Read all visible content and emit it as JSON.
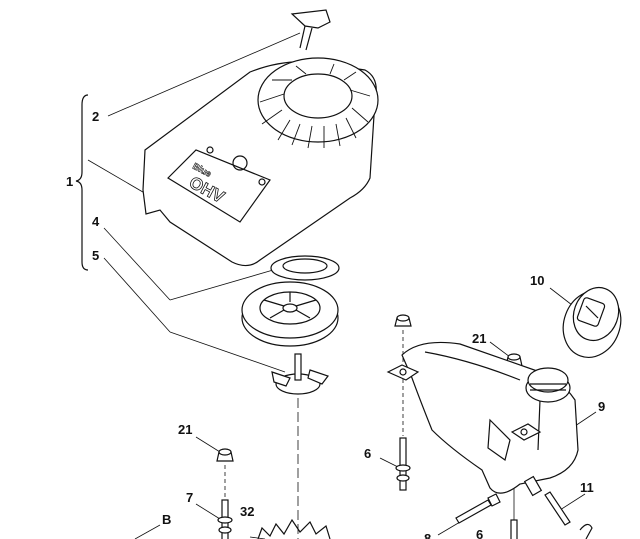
{
  "diagram": {
    "title": "Recoil starter and fuel tank exploded view",
    "cover_logo": {
      "brand": "Blue",
      "model": "OHV"
    },
    "callouts": [
      "1",
      "2",
      "4",
      "5",
      "10",
      "21",
      "9",
      "21",
      "6",
      "7",
      "32",
      "B",
      "8",
      "6",
      "11"
    ]
  }
}
